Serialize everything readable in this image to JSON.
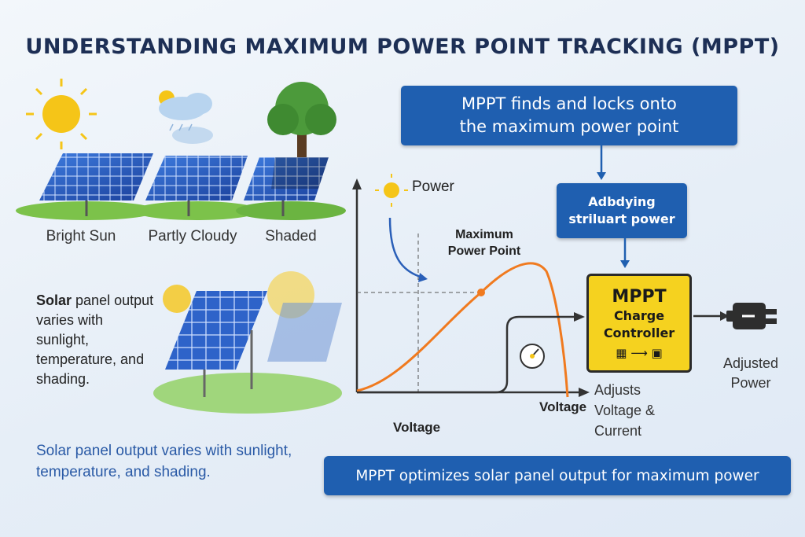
{
  "title": "UNDERSTANDING MAXIMUM POWER POINT TRACKING (MPPT)",
  "conditions": [
    {
      "label": "Bright Sun",
      "icon": "sun-icon"
    },
    {
      "label": "Partly Cloudy",
      "icon": "cloud-icon"
    },
    {
      "label": "Shaded",
      "icon": "tree-icon"
    }
  ],
  "left_description": {
    "bold": "Solar",
    "rest": " panel output varies with sunlight, temperature, and shading."
  },
  "bottom_description": "Solar panel output varies with sunlight, temperature, and shading.",
  "top_callout": {
    "line1": "MPPT finds and locks onto",
    "line2": "the maximum power point"
  },
  "mid_callout": {
    "line1": "Adbdying",
    "line2": "striluart power"
  },
  "chart": {
    "y_label": "Power",
    "x_label_right": "Voltage",
    "x_label_bottom": "Voltage",
    "max_point_label_1": "Maximum",
    "max_point_label_2": "Power Point"
  },
  "controller": {
    "line1": "MPPT",
    "line2": "Charge",
    "line3": "Controller"
  },
  "adjusts": {
    "line1": "Adjusts",
    "line2": "Voltage &",
    "line3": "Current"
  },
  "output": {
    "line1": "Adjusted",
    "line2": "Power"
  },
  "bottom_banner": "MPPT optimizes solar panel output for maximum power",
  "colors": {
    "accent_blue": "#1f5fb0",
    "curve": "#f07a1f",
    "controller": "#f5d21f",
    "title": "#1d2f55"
  }
}
